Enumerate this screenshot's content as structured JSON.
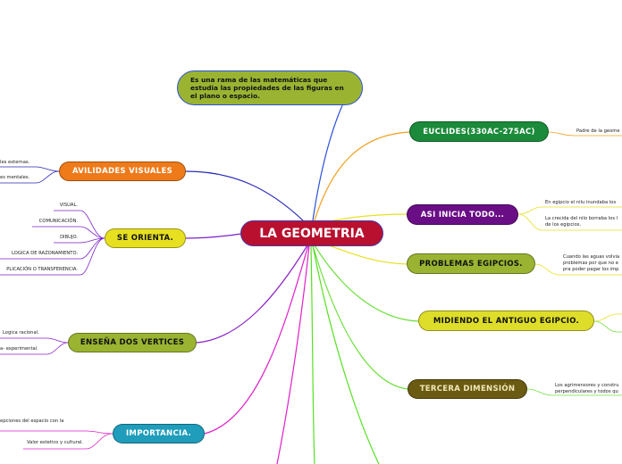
{
  "colors": {
    "root": "#b8102e",
    "definition": "#9ab432",
    "euclides": "#1b8a3a",
    "asi_inicia": "#6a0e86",
    "problemas": "#9ab432",
    "midiendo": "#dede2a",
    "tercera": "#6a5a12",
    "avilidades": "#ef7a1a",
    "orienta": "#e6e020",
    "ensena": "#9ab432",
    "importancia": "#1f9dbb"
  },
  "root": {
    "label": "LA GEOMETRIA"
  },
  "definition": {
    "text": "Es una rama de las matemáticas que estudia las propiedades de las figuras en el plano o espacio."
  },
  "right": {
    "euclides": {
      "label": "EUCLIDES(330AC-275AC)",
      "leaf": "Padre de la geome"
    },
    "asi_inicia": {
      "label": "ASI INICIA TODO...",
      "leaf1": "En egipcio el nilu inundaba los",
      "leaf2a": "La crecida del nilo borraba los l",
      "leaf2b": "de los egipcios."
    },
    "problemas": {
      "label": "PROBLEMAS EGIPCIOS.",
      "leaf_a": "Cuando las aguas volvia",
      "leaf_b": "problemas por que no e",
      "leaf_c": "pra poder pagar los imp"
    },
    "midiendo": {
      "label": "MIDIENDO EL ANTIGUO EGIPCIO."
    },
    "tercera": {
      "label": "TERCERA DIMENSIÓN",
      "leaf_a": "Los agrimensores y constru",
      "leaf_b": "perpendiculares y todos qu"
    }
  },
  "left": {
    "avilidades": {
      "label": "AVILIDADES VISUALES",
      "leaf1": "les externas.",
      "leaf2": "es mentales."
    },
    "orienta": {
      "label": "SE ORIENTA.",
      "leaves": [
        "VISUAL.",
        "COMUNICACIÓN.",
        "DIBUJO.",
        "LOGICA DE RAZONAMIENTO.",
        "PLICACIÓN O TRANSFERENCIA."
      ]
    },
    "ensena": {
      "label": "ENSEÑA DOS VERTICES",
      "leaf1": "Logica racional.",
      "leaf2": "a- experimental."
    },
    "importancia": {
      "label": "IMPORTANCIA.",
      "leaf1": "epciones del espacio con la",
      "leaf2": "Valor estetico y cultural."
    }
  }
}
